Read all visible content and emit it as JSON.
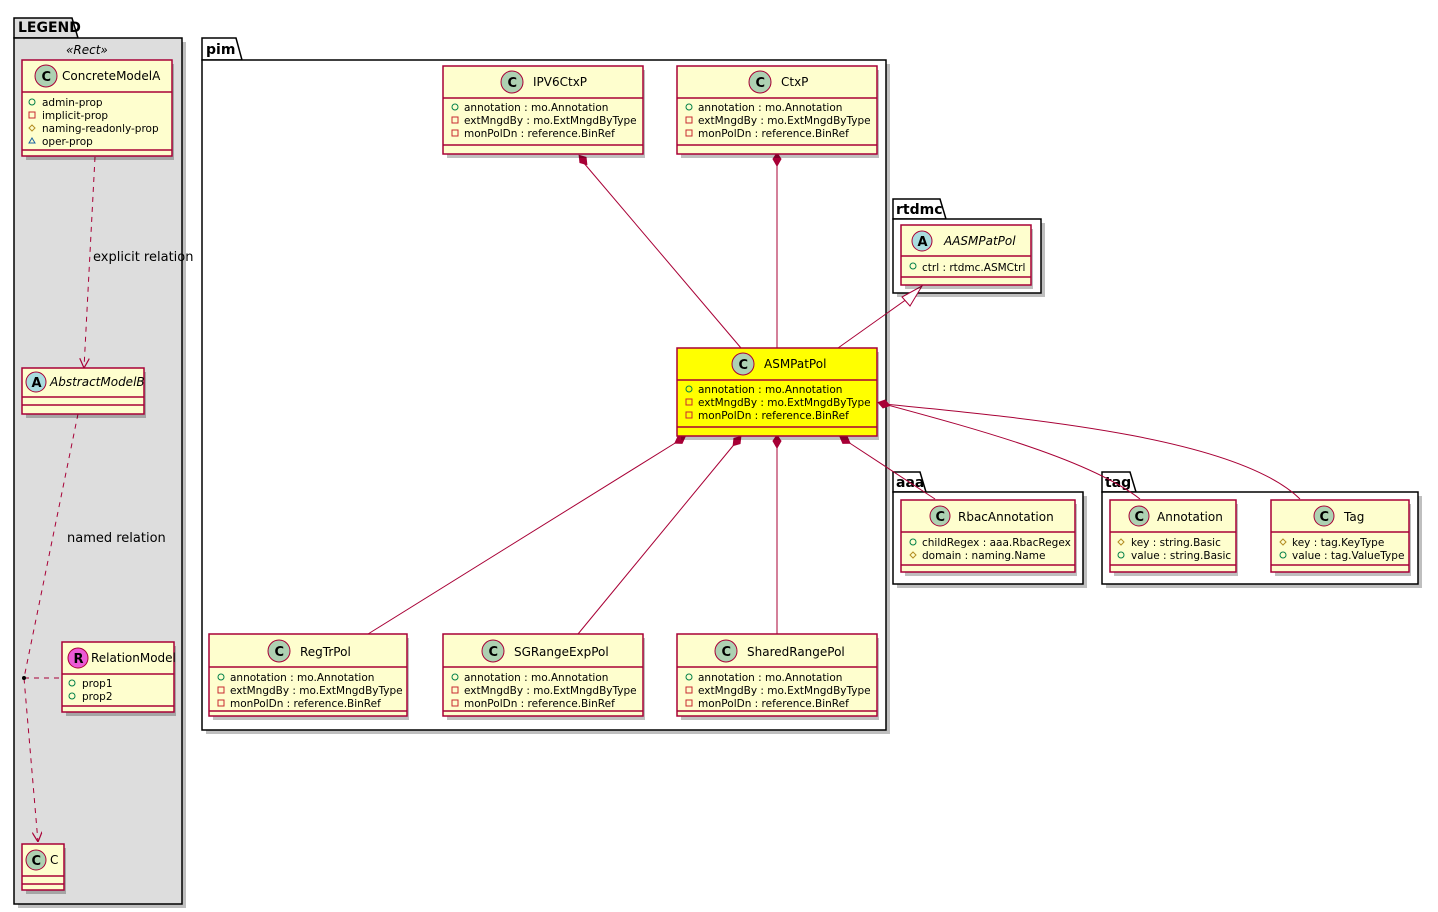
{
  "packages": {
    "legend": "LEGEND",
    "pim": "pim",
    "rtdmc": "rtdmc",
    "aaa": "aaa",
    "tag": "tag"
  },
  "legend": {
    "stereotype": "«Rect»",
    "concrete": {
      "name": "ConcreteModelA",
      "attrs": [
        "admin-prop",
        "implicit-prop",
        "naming-readonly-prop",
        "oper-prop"
      ]
    },
    "abstract": {
      "name": "AbstractModelB"
    },
    "relation_model": {
      "name": "RelationModel",
      "attrs": [
        "prop1",
        "prop2"
      ]
    },
    "c": {
      "name": "C"
    },
    "explicit_label": "explicit relation",
    "named_label": "named relation"
  },
  "classes": {
    "ipv6ctxp": {
      "name": "IPV6CtxP",
      "attrs": [
        "annotation : mo.Annotation",
        "extMngdBy : mo.ExtMngdByType",
        "monPolDn : reference.BinRef"
      ]
    },
    "ctxp": {
      "name": "CtxP",
      "attrs": [
        "annotation : mo.Annotation",
        "extMngdBy : mo.ExtMngdByType",
        "monPolDn : reference.BinRef"
      ]
    },
    "asmpatpol": {
      "name": "ASMPatPol",
      "attrs": [
        "annotation : mo.Annotation",
        "extMngdBy : mo.ExtMngdByType",
        "monPolDn : reference.BinRef"
      ]
    },
    "aasmpatpol": {
      "name": "AASMPatPol",
      "attrs": [
        "ctrl : rtdmc.ASMCtrl"
      ]
    },
    "regtrpol": {
      "name": "RegTrPol",
      "attrs": [
        "annotation : mo.Annotation",
        "extMngdBy : mo.ExtMngdByType",
        "monPolDn : reference.BinRef"
      ]
    },
    "sgrangeexppol": {
      "name": "SGRangeExpPol",
      "attrs": [
        "annotation : mo.Annotation",
        "extMngdBy : mo.ExtMngdByType",
        "monPolDn : reference.BinRef"
      ]
    },
    "sharedrangepol": {
      "name": "SharedRangePol",
      "attrs": [
        "annotation : mo.Annotation",
        "extMngdBy : mo.ExtMngdByType",
        "monPolDn : reference.BinRef"
      ]
    },
    "rbacannotation": {
      "name": "RbacAnnotation",
      "attrs": [
        "childRegex : aaa.RbacRegex",
        "domain : naming.Name"
      ]
    },
    "annotation": {
      "name": "Annotation",
      "attrs": [
        "key : string.Basic",
        "value : string.Basic"
      ]
    },
    "tag": {
      "name": "Tag",
      "attrs": [
        "key : tag.KeyType",
        "value : tag.ValueType"
      ]
    }
  },
  "colors": {
    "class_fill": "#FEFECE",
    "highlight_fill": "#FFFF00",
    "border": "#A80036",
    "class_circle": "#ADD1B2",
    "abstract_circle": "#A9DCDF",
    "relation_circle": "#EB59D6",
    "legend_bg": "#DDDDDD"
  },
  "icons": {
    "class": "C",
    "abstract": "A",
    "relation": "R"
  }
}
